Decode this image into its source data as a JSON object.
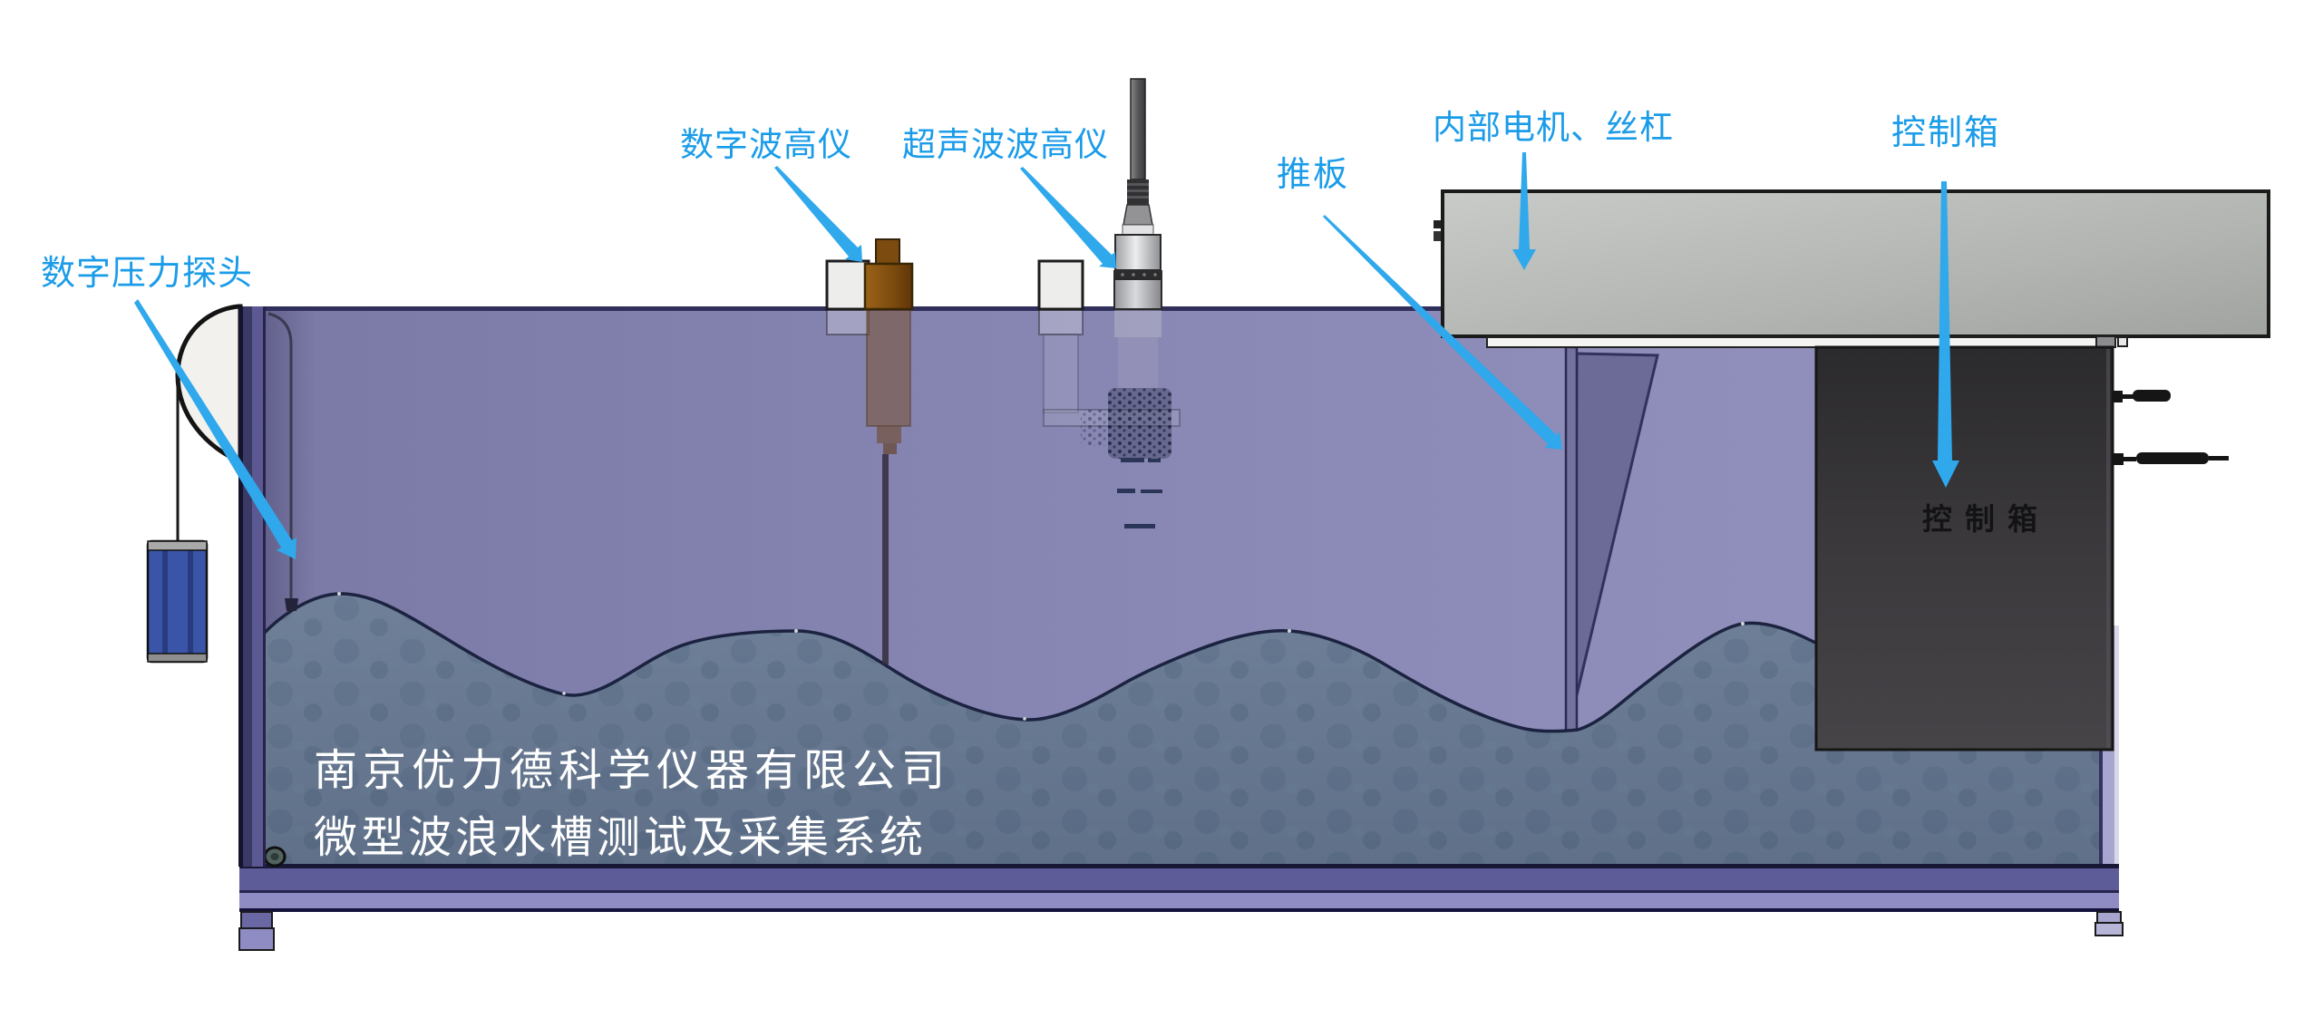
{
  "labels": {
    "pressure_probe": "数字压力探头",
    "digital_wave_gauge": "数字波高仪",
    "ultrasonic_wave_gauge": "超声波波高仪",
    "push_plate": "推板",
    "internal_motor_leadscrew": "内部电机、丝杠",
    "control_box": "控制箱"
  },
  "watermark": {
    "line1": "南京优力德科学仪器有限公司",
    "line2": "微型波浪水槽测试及采集系统"
  },
  "control_box_panel_text": "控制箱",
  "colors": {
    "label_blue": "#1B9CE9",
    "arrow_blue": "#2FA8EC",
    "tank_purple": "#8583B1",
    "water_blue": "#6C7D93",
    "motor_housing_gray": "#B4B7B3",
    "control_box_dark": "#39373A",
    "probe_blue": "#3A55A8",
    "wave_gauge_brown": "#8A5614",
    "watermark_white": "#FFFFFF",
    "background": "#FFFFFF"
  }
}
